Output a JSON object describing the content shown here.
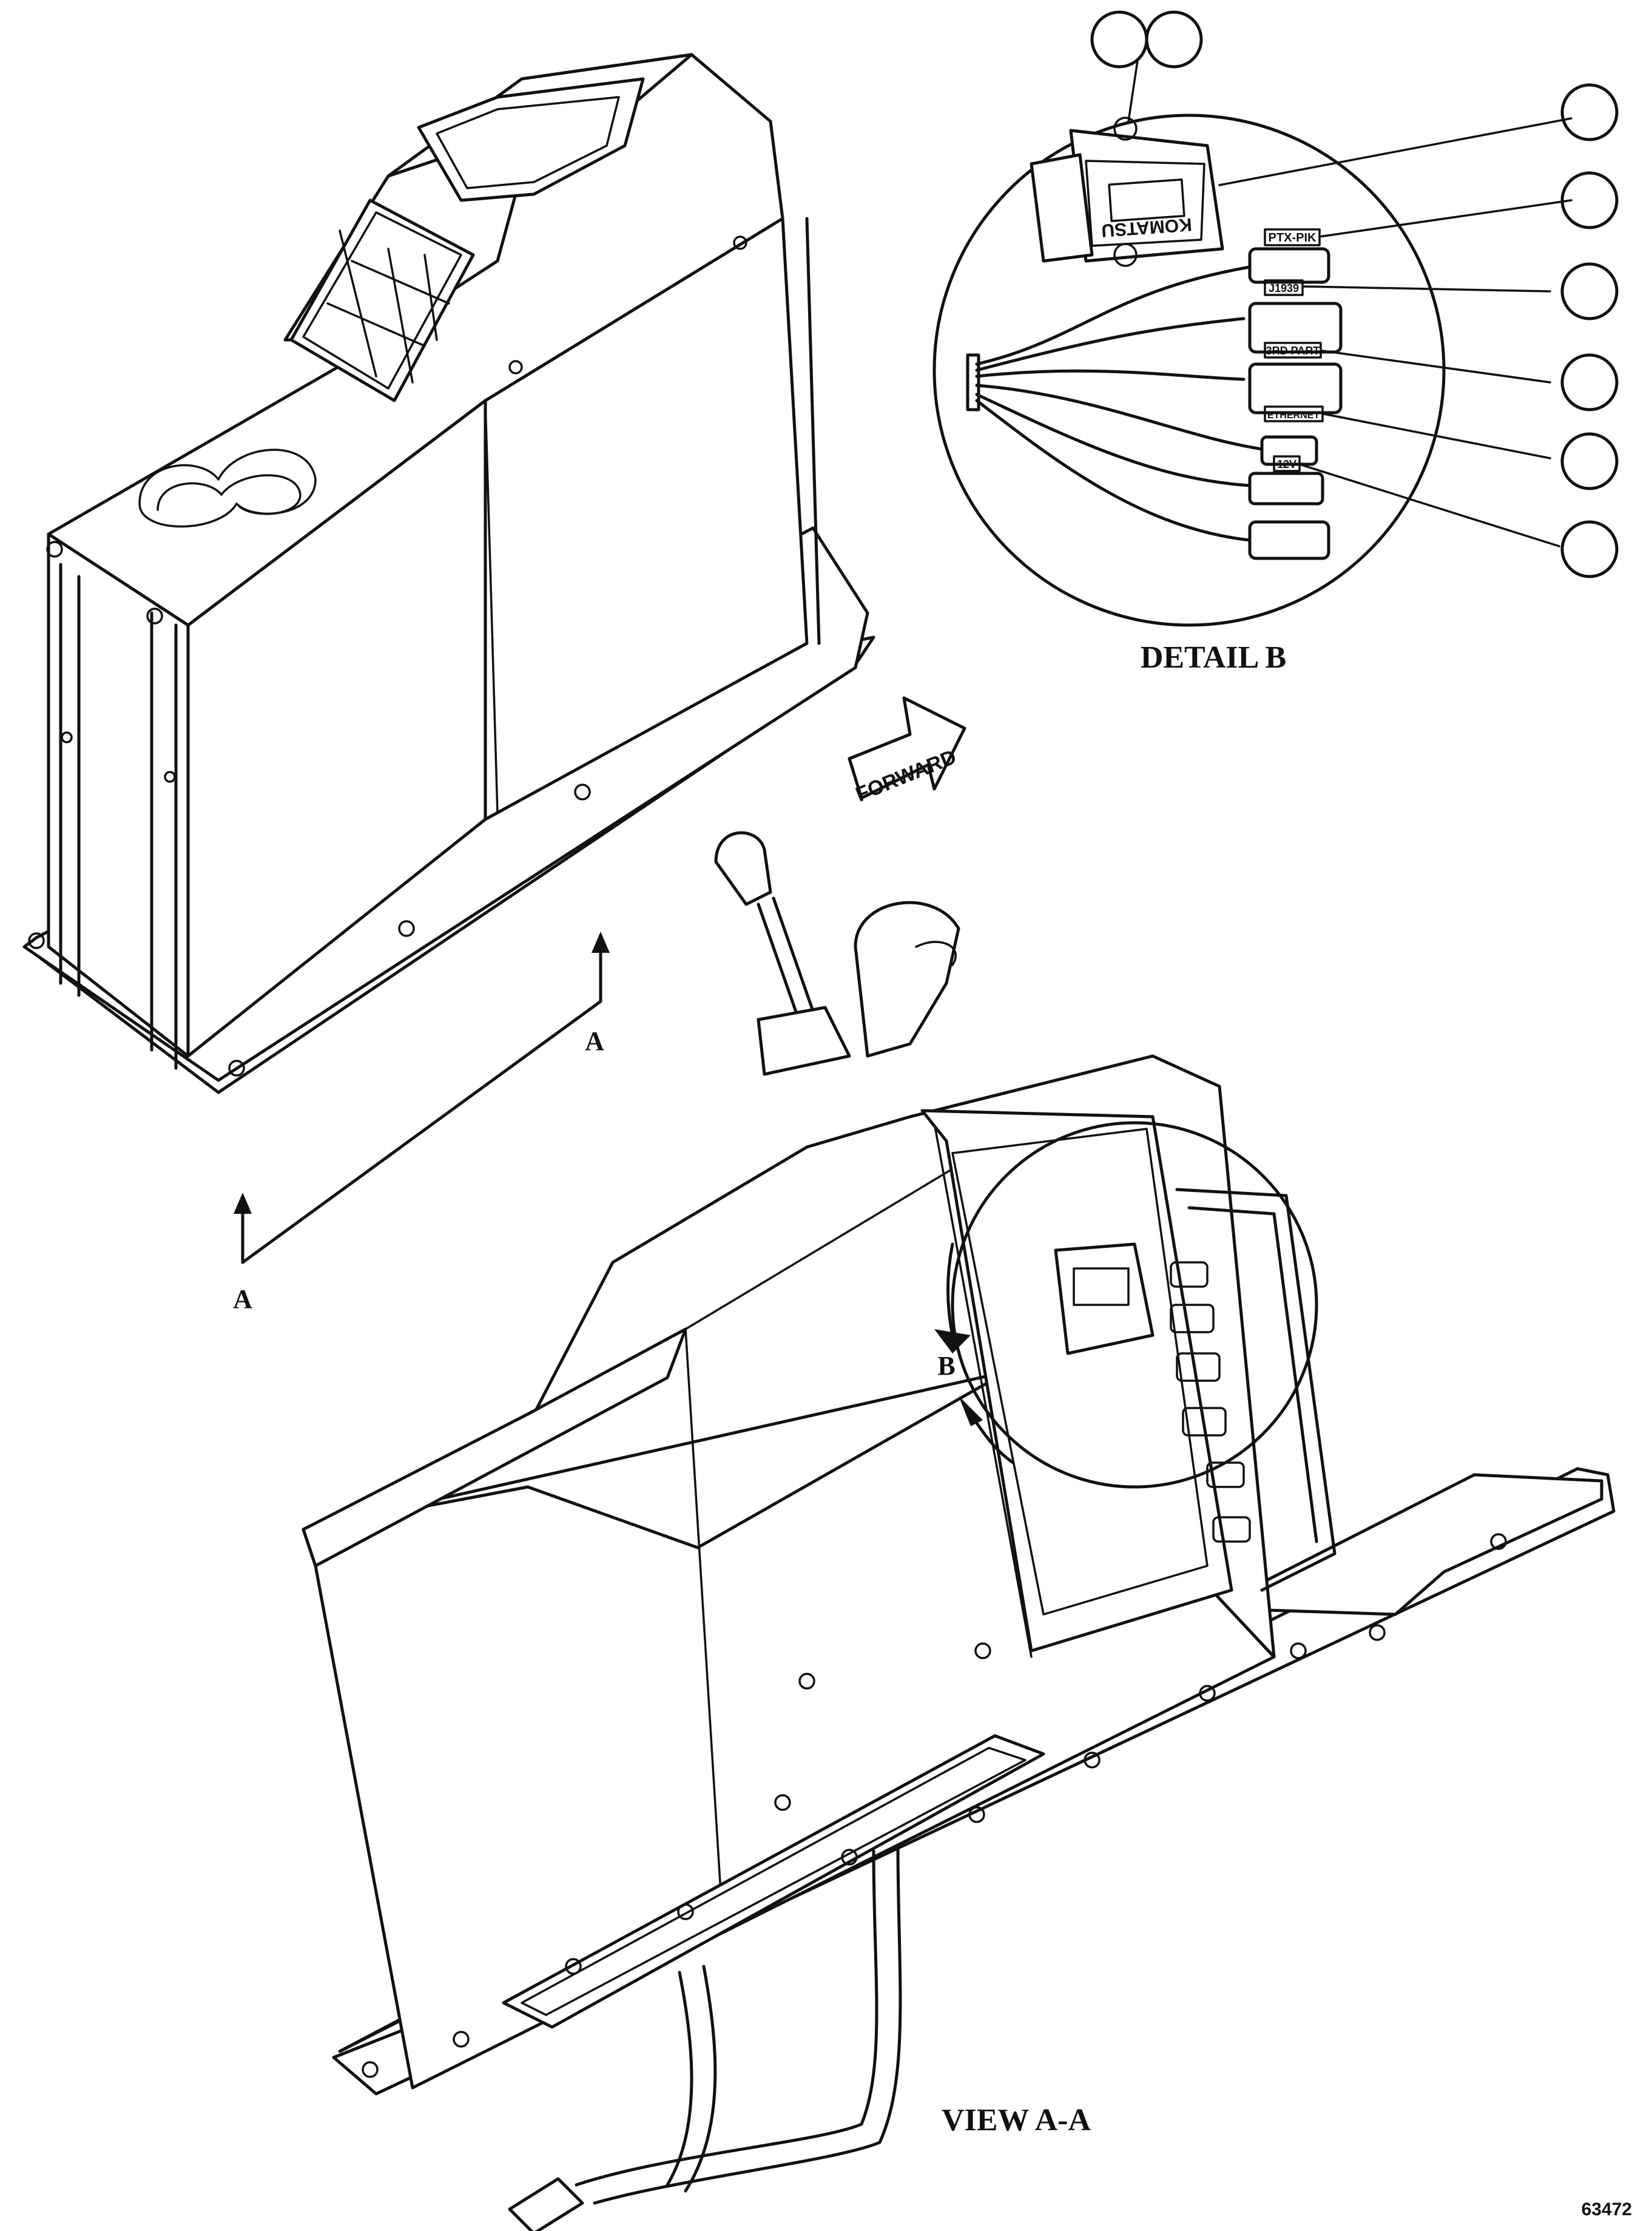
{
  "labels": {
    "detail_title": "DETAIL B",
    "view_title": "VIEW A-A",
    "section_letter_right": "A",
    "section_letter_left": "A",
    "detail_letter": "B",
    "forward_arrow": "FORWARD",
    "figure_number": "63472"
  },
  "detail_b": {
    "connector_tags": [
      "PTX-PIK",
      "J1939",
      "3RD PART",
      "ETHERNET",
      "12V"
    ],
    "controller_brand": "KOMATSU",
    "callout_count": 8
  }
}
